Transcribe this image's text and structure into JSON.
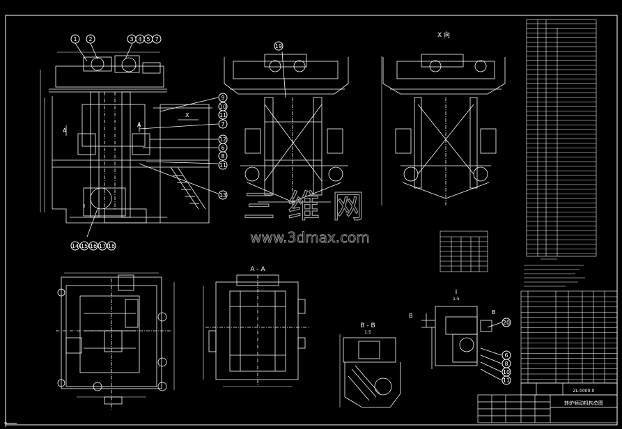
{
  "drawing": {
    "balloons_front": [
      "1",
      "2",
      "3",
      "4",
      "5",
      "7",
      "9",
      "10",
      "11",
      "7",
      "12",
      "6",
      "8",
      "11",
      "13",
      "14",
      "15",
      "16",
      "17",
      "18"
    ],
    "balloon_side": "19",
    "balloons_detail": [
      "20",
      "6",
      "8",
      "10",
      "11"
    ],
    "view_labels": {
      "section_aa": "A - A",
      "section_bb": "B - B",
      "view_x": "X 向",
      "detail_i": "I",
      "detail_i_scale": "1:5",
      "section_bb_scale": "1:5",
      "mark_a_upper": "A",
      "mark_a_left": "A",
      "mark_x": "X",
      "mark_i": "I",
      "mark_b_left": "B",
      "mark_b_right": "B"
    },
    "title_block_title": "转炉倾动机构总图",
    "title_block_code": "ZL-0000-0"
  },
  "watermark": {
    "logo": "三维网",
    "url": "www.3dmax.com"
  },
  "colors": {
    "background": "#000000",
    "lines": "#ffffff",
    "watermark": "#9a9a9a"
  }
}
